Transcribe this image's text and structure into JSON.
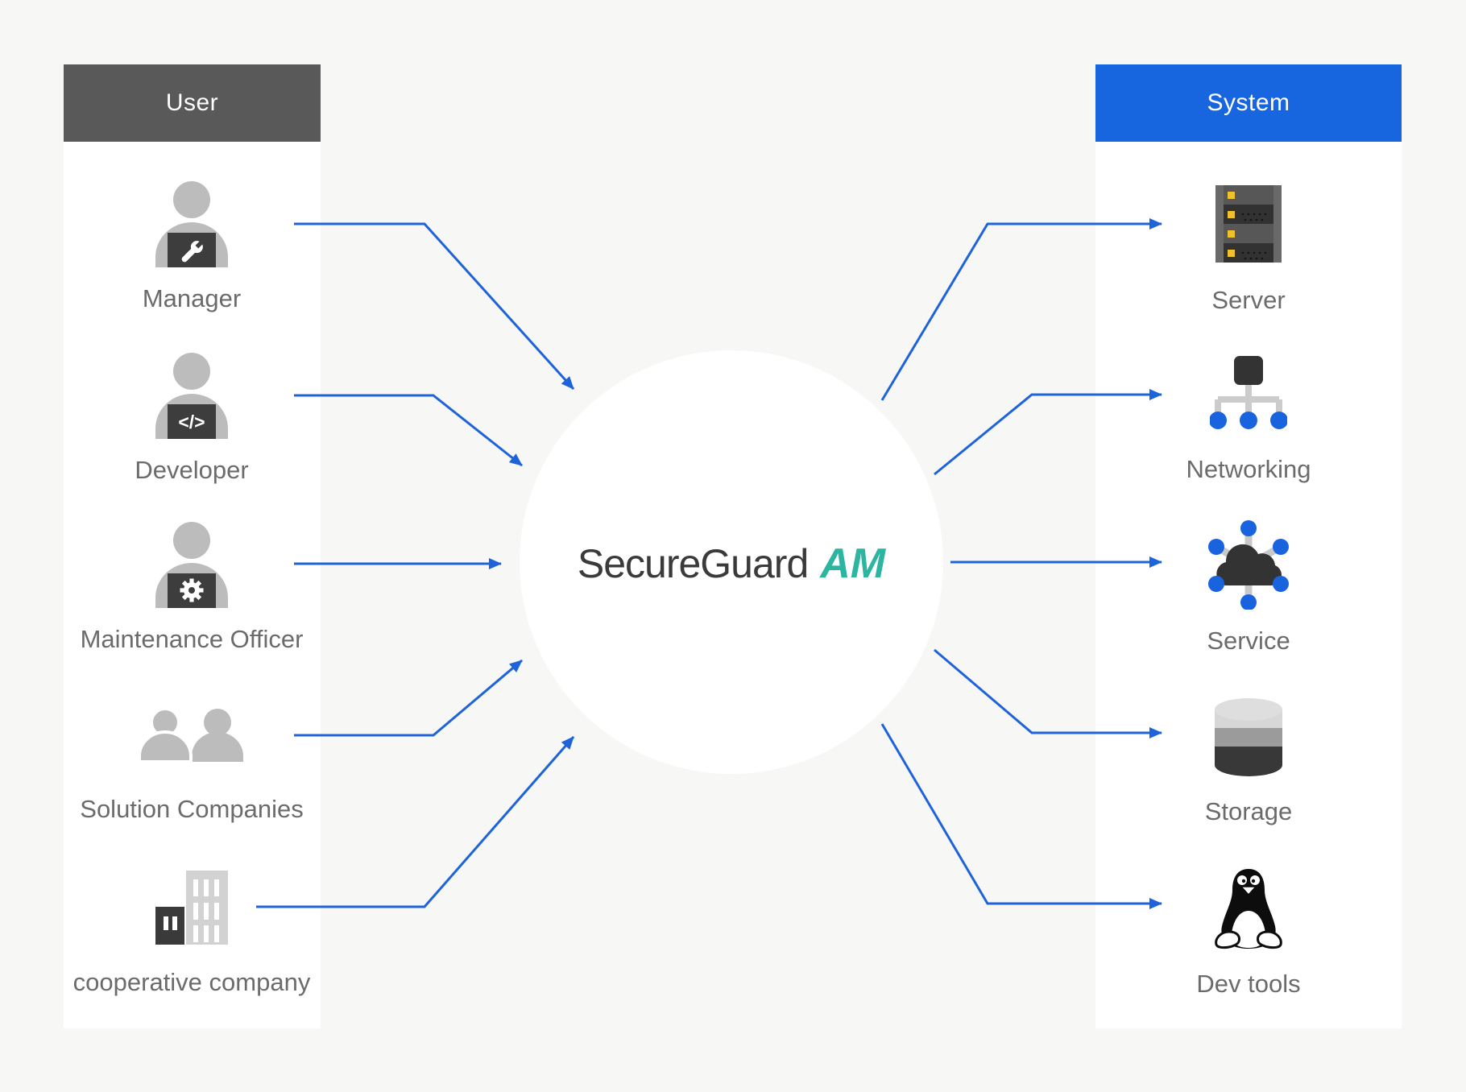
{
  "left_panel": {
    "header": "User",
    "items": [
      {
        "label": "Manager",
        "icon": "person-laptop-wrench-icon"
      },
      {
        "label": "Developer",
        "icon": "person-laptop-code-icon"
      },
      {
        "label": "Maintenance Officer",
        "icon": "person-laptop-gear-icon"
      },
      {
        "label": "Solution Companies",
        "icon": "people-group-icon"
      },
      {
        "label": "cooperative company",
        "icon": "buildings-icon"
      }
    ]
  },
  "right_panel": {
    "header": "System",
    "items": [
      {
        "label": "Server",
        "icon": "server-rack-icon"
      },
      {
        "label": "Networking",
        "icon": "network-tree-icon"
      },
      {
        "label": "Service",
        "icon": "cloud-nodes-icon"
      },
      {
        "label": "Storage",
        "icon": "database-cylinder-icon"
      },
      {
        "label": "Dev tools",
        "icon": "linux-penguin-icon"
      }
    ]
  },
  "center": {
    "brand": "SecureGuard",
    "brand_suffix": "AM"
  },
  "colors": {
    "background": "#f7f7f6",
    "panel": "#ffffff",
    "user_header_bg": "#595959",
    "system_header_bg": "#1766e0",
    "arrow_blue": "#1e63da",
    "brand_text": "#3a3a3a",
    "brand_accent": "#2cb5a0",
    "label_text": "#6b6b6b",
    "person_gray": "#bcbcbc",
    "laptop_dark": "#3d3d3d",
    "network_node_blue": "#1a63de",
    "server_led_yellow": "#f0c12f"
  }
}
